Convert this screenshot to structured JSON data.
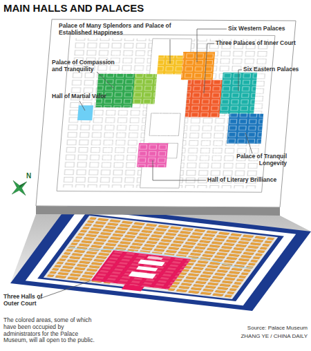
{
  "diagram": {
    "title": "MAIN HALLS AND PALACES",
    "caption": "The colored areas, some of which have been occupied by administrators for the Palace Museum, will all open to the public.",
    "labels": [
      "Palace of Many Splendors and Palace of Established Happiness",
      "Six Western Palaces",
      "Three Palaces of Inner Court",
      "Palace of Compassion and Tranquility",
      "Six Eastern Palaces",
      "Hall of Martial Valor",
      "Palace of Tranquil Longevity",
      "Hall of Literary Brilliance",
      "N",
      "Three Halls of Outer Court",
      "Source: Palace Museum",
      "ZHANG YE / CHINA DAILY"
    ]
  }
}
